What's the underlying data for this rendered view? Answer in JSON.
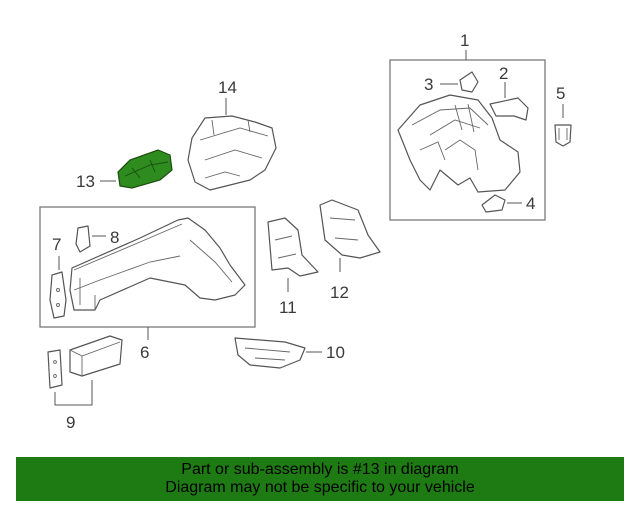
{
  "diagram": {
    "callouts": {
      "c1": "1",
      "c2": "2",
      "c3": "3",
      "c4": "4",
      "c5": "5",
      "c6": "6",
      "c7": "7",
      "c8": "8",
      "c9": "9",
      "c10": "10",
      "c11": "11",
      "c12": "12",
      "c13": "13",
      "c14": "14"
    },
    "highlight_color": "#2e8b1e"
  },
  "banner": {
    "line1": "Part or sub-assembly is #13 in diagram",
    "line2": "Diagram may not be specific to your vehicle",
    "background": "#1e7a12"
  }
}
